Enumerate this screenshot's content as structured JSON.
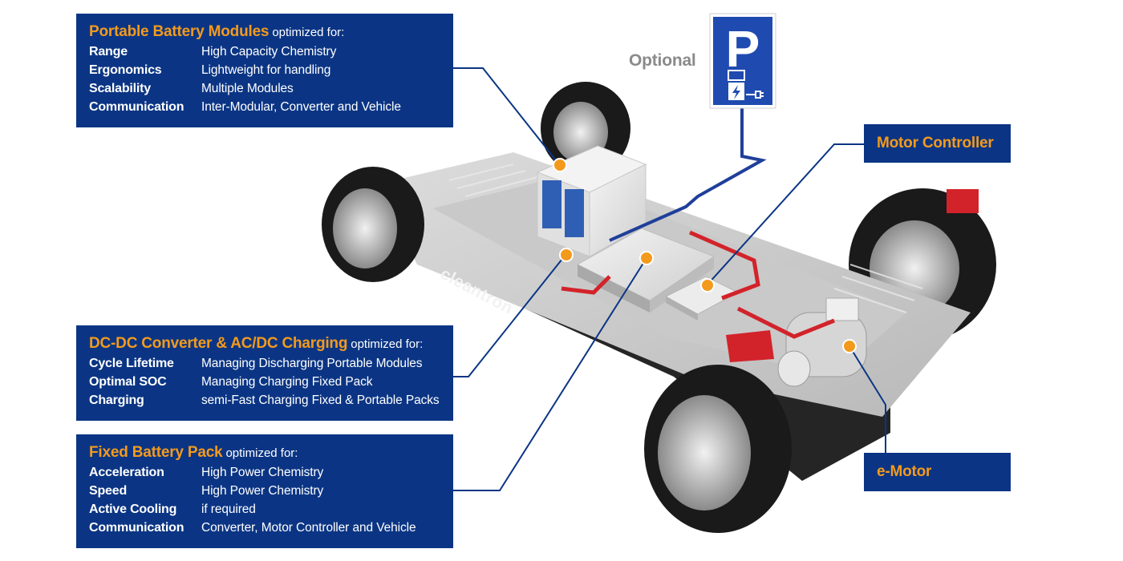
{
  "optional_label": "Optional",
  "brand_logo": "cleantron",
  "parking_sign": {
    "letter": "P",
    "icon": "ev-charging-plug-icon"
  },
  "panels": {
    "portable": {
      "title": "Portable Battery Modules",
      "suffix": "optimized for:",
      "rows": [
        {
          "k": "Range",
          "v": "High Capacity Chemistry"
        },
        {
          "k": "Ergonomics",
          "v": "Lightweight for handling"
        },
        {
          "k": "Scalability",
          "v": "Multiple Modules"
        },
        {
          "k": "Communication",
          "v": "Inter-Modular, Converter and Vehicle"
        }
      ]
    },
    "dcdc": {
      "title": "DC-DC Converter & AC/DC Charging",
      "suffix": "optimized for:",
      "rows": [
        {
          "k": "Cycle Lifetime",
          "v": "Managing Discharging Portable Modules"
        },
        {
          "k": "Optimal SOC",
          "v": "Managing Charging Fixed Pack"
        },
        {
          "k": "Charging",
          "v": "semi-Fast Charging Fixed & Portable Packs"
        }
      ]
    },
    "fixed": {
      "title": "Fixed Battery Pack",
      "suffix": "optimized for:",
      "rows": [
        {
          "k": "Acceleration",
          "v": "High Power Chemistry"
        },
        {
          "k": "Speed",
          "v": "High Power Chemistry"
        },
        {
          "k": "Active Cooling",
          "v": "if required"
        },
        {
          "k": "Communication",
          "v": "Converter, Motor Controller and Vehicle"
        }
      ]
    }
  },
  "tags": {
    "motor_controller": "Motor Controller",
    "emotor": "e-Motor"
  },
  "colors": {
    "panel_blue": "#0b3584",
    "accent_orange": "#f39a1d",
    "cable_red": "#d3232a",
    "line_blue": "#1f3f9a"
  }
}
